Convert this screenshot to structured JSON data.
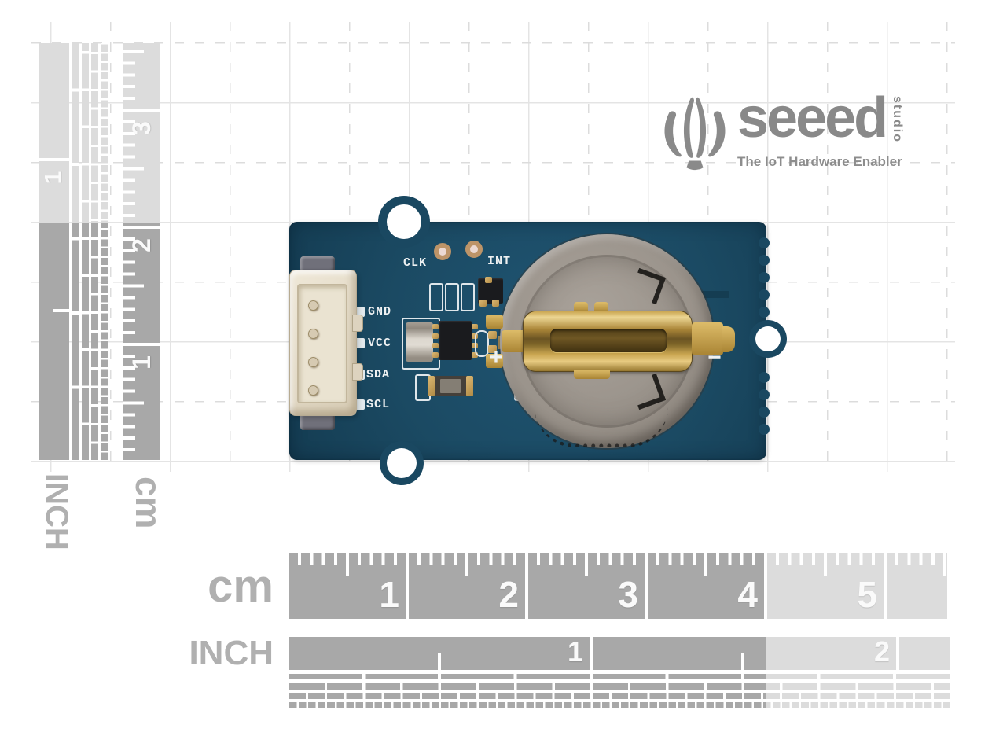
{
  "logo": {
    "brand": "seeed",
    "studio": "studio",
    "tagline": "The IoT Hardware Enabler"
  },
  "pcb": {
    "label_clk": "CLK",
    "label_int": "INT",
    "pin_labels": [
      "GND",
      "VCC",
      "SDA",
      "SCL"
    ],
    "polarity_plus": "+",
    "polarity_minus": "−"
  },
  "rulers": {
    "bottom_cm": {
      "unit": "cm",
      "numbers": [
        "1",
        "2",
        "3",
        "4",
        "5"
      ]
    },
    "bottom_inch": {
      "unit": "INCH",
      "numbers": [
        "1",
        "2"
      ]
    },
    "left_cm": {
      "unit": "cm",
      "numbers": [
        "1",
        "2",
        "3"
      ]
    },
    "left_inch": {
      "unit": "INCH",
      "numbers": [
        "1"
      ]
    }
  },
  "colors": {
    "pcb_navy": "#1b4a63",
    "ruler_dark": "#a8a8a8",
    "ruler_light": "#dcdcdc",
    "unit_label_gray": "#b0b0b0",
    "logo_gray": "#898989",
    "gold_clip": "#c9a455",
    "battery_holder_gray": "#9a938b",
    "connector_cream": "#e3dac7"
  }
}
